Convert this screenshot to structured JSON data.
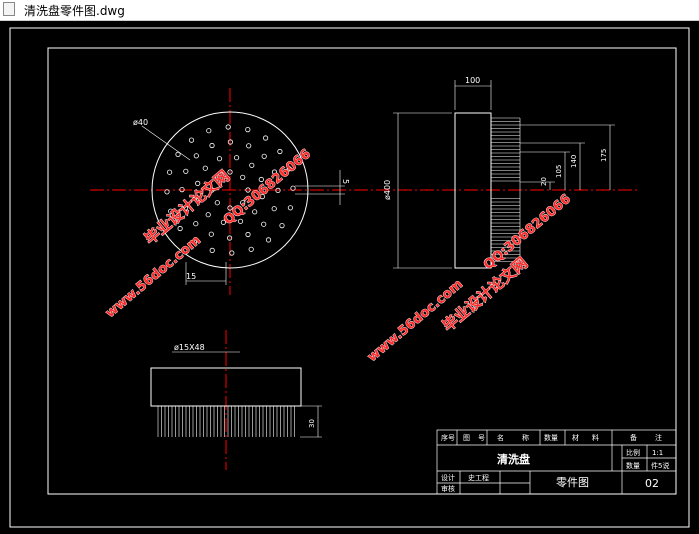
{
  "window": {
    "title": "清洗盘零件图.dwg"
  },
  "colors": {
    "background": "#000000",
    "lines": "#ffffff",
    "centerline": "#ff0000",
    "watermark": "#ff2a2a"
  },
  "drawing": {
    "top_view": {
      "dia_label": "ø40",
      "dim_15": "15",
      "dim_5": "5"
    },
    "side_view": {
      "dim_100": "100",
      "dim_400": "ø400",
      "dim_20": "20",
      "dim_105": "105",
      "dim_140": "140",
      "dim_175": "175"
    },
    "front_view": {
      "hole_label": "ø15X48",
      "dim_30": "30"
    }
  },
  "title_block": {
    "header": [
      "序号",
      "图",
      "号",
      "名",
      "称",
      "数量",
      "材",
      "料",
      "备",
      "注"
    ],
    "part_name": "清洗盘",
    "scale_label": "比例",
    "scale_value": "1:1",
    "weight_label": "数量",
    "weight_value": "件5说",
    "designer_label": "设计",
    "designer_name": "史工程",
    "checker_label": "审核",
    "drawing_type": "零件图",
    "drawing_no": "02"
  },
  "watermarks": {
    "site": "www.56doc.com",
    "qq": "QQ:306826066",
    "name": "毕业设计论文网"
  }
}
